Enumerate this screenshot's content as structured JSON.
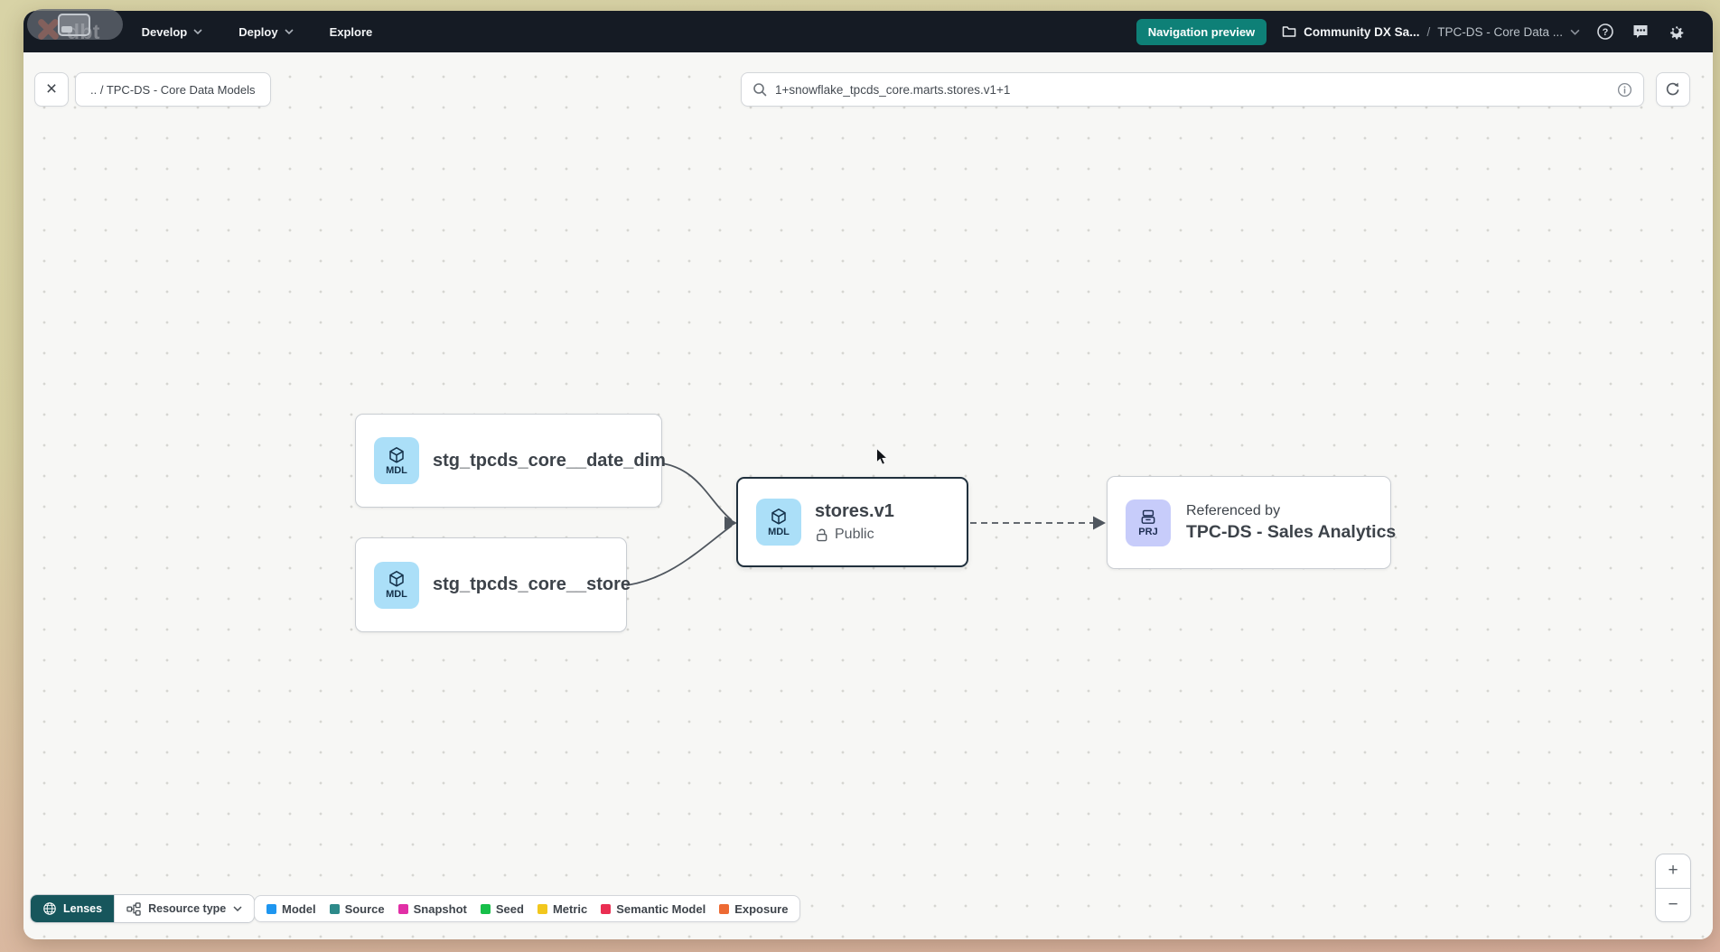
{
  "navbar": {
    "logo_text": "dbt",
    "menus": [
      {
        "label": "Develop"
      },
      {
        "label": "Deploy"
      },
      {
        "label": "Explore"
      }
    ],
    "preview_badge": "Navigation preview",
    "breadcrumb": {
      "project": "Community DX Sa...",
      "separator": "/",
      "section": "TPC-DS - Core Data ..."
    }
  },
  "toolbar": {
    "path_chip": ".. / TPC-DS - Core Data Models",
    "search": {
      "value": "1+snowflake_tpcds_core.marts.stores.v1+1"
    }
  },
  "graph": {
    "nodes": [
      {
        "badge": "MDL",
        "label": "stg_tpcds_core__date_dim"
      },
      {
        "badge": "MDL",
        "label": "stg_tpcds_core__store"
      },
      {
        "badge": "MDL",
        "label": "stores.v1",
        "access": "Public",
        "selected": true
      },
      {
        "badge": "PRJ",
        "label": "Referenced by",
        "sublabel": "TPC-DS - Sales Analytics"
      }
    ],
    "edges": [
      {
        "from": "stg_tpcds_core__date_dim",
        "to": "stores.v1",
        "style": "solid"
      },
      {
        "from": "stg_tpcds_core__store",
        "to": "stores.v1",
        "style": "solid"
      },
      {
        "from": "stores.v1",
        "to": "TPC-DS - Sales Analytics",
        "style": "dashed"
      }
    ]
  },
  "footer": {
    "lenses_label": "Lenses",
    "resource_type_label": "Resource type",
    "legend": [
      {
        "label": "Model",
        "color": "#1e96f0"
      },
      {
        "label": "Source",
        "color": "#2d8a8a"
      },
      {
        "label": "Snapshot",
        "color": "#e12fa6"
      },
      {
        "label": "Seed",
        "color": "#17bf4a"
      },
      {
        "label": "Metric",
        "color": "#f2c71d"
      },
      {
        "label": "Semantic Model",
        "color": "#ea2e52"
      },
      {
        "label": "Exposure",
        "color": "#ed6a33"
      }
    ]
  },
  "zoom_controls": {
    "zoom_in": "+",
    "zoom_out": "−"
  },
  "colors": {
    "navbar_bg": "#151b24",
    "preview_badge_bg": "#0e8077",
    "model_badge_bg": "#abdff8",
    "project_badge_bg": "#c7ccfa",
    "lenses_bg": "#17565c",
    "brand_orange": "#ff4f1f"
  }
}
